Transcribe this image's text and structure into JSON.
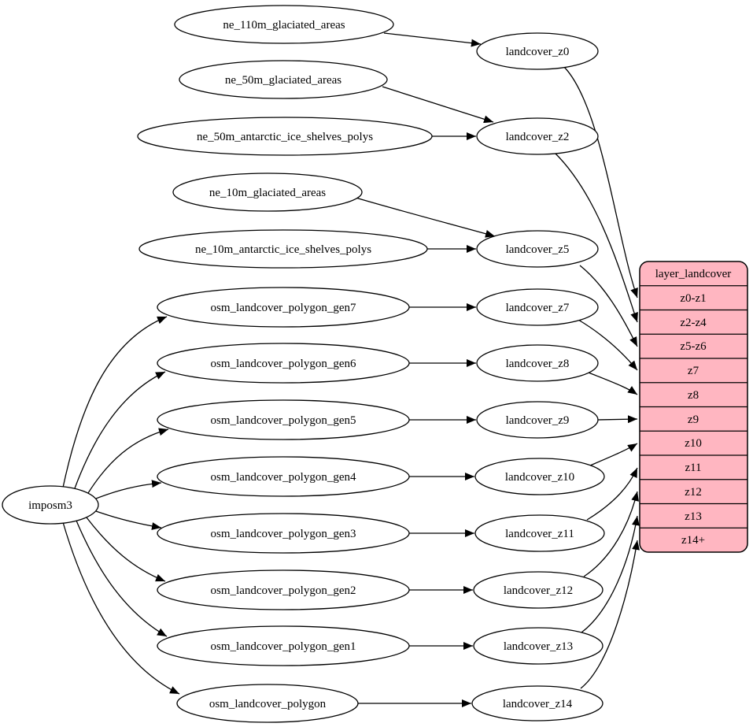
{
  "diagram": {
    "type": "graphviz-flow",
    "colors": {
      "background": "#ffffff",
      "node_fill": "#ffffff",
      "node_stroke": "#000000",
      "edge": "#000000",
      "table_fill": "#ffb6c1",
      "table_stroke": "#000000",
      "text": "#000000"
    },
    "nodes": [
      {
        "id": "imposm3",
        "label": "imposm3"
      },
      {
        "id": "ne_110m_glaciated_areas",
        "label": "ne_110m_glaciated_areas"
      },
      {
        "id": "ne_50m_glaciated_areas",
        "label": "ne_50m_glaciated_areas"
      },
      {
        "id": "ne_50m_antarctic_ice_shelves_polys",
        "label": "ne_50m_antarctic_ice_shelves_polys"
      },
      {
        "id": "ne_10m_glaciated_areas",
        "label": "ne_10m_glaciated_areas"
      },
      {
        "id": "ne_10m_antarctic_ice_shelves_polys",
        "label": "ne_10m_antarctic_ice_shelves_polys"
      },
      {
        "id": "osm_landcover_polygon_gen7",
        "label": "osm_landcover_polygon_gen7"
      },
      {
        "id": "osm_landcover_polygon_gen6",
        "label": "osm_landcover_polygon_gen6"
      },
      {
        "id": "osm_landcover_polygon_gen5",
        "label": "osm_landcover_polygon_gen5"
      },
      {
        "id": "osm_landcover_polygon_gen4",
        "label": "osm_landcover_polygon_gen4"
      },
      {
        "id": "osm_landcover_polygon_gen3",
        "label": "osm_landcover_polygon_gen3"
      },
      {
        "id": "osm_landcover_polygon_gen2",
        "label": "osm_landcover_polygon_gen2"
      },
      {
        "id": "osm_landcover_polygon_gen1",
        "label": "osm_landcover_polygon_gen1"
      },
      {
        "id": "osm_landcover_polygon",
        "label": "osm_landcover_polygon"
      },
      {
        "id": "landcover_z0",
        "label": "landcover_z0"
      },
      {
        "id": "landcover_z2",
        "label": "landcover_z2"
      },
      {
        "id": "landcover_z5",
        "label": "landcover_z5"
      },
      {
        "id": "landcover_z7",
        "label": "landcover_z7"
      },
      {
        "id": "landcover_z8",
        "label": "landcover_z8"
      },
      {
        "id": "landcover_z9",
        "label": "landcover_z9"
      },
      {
        "id": "landcover_z10",
        "label": "landcover_z10"
      },
      {
        "id": "landcover_z11",
        "label": "landcover_z11"
      },
      {
        "id": "landcover_z12",
        "label": "landcover_z12"
      },
      {
        "id": "landcover_z13",
        "label": "landcover_z13"
      },
      {
        "id": "landcover_z14",
        "label": "landcover_z14"
      }
    ],
    "table": {
      "id": "layer_landcover",
      "title": "layer_landcover",
      "rows": [
        "z0-z1",
        "z2-z4",
        "z5-z6",
        "z7",
        "z8",
        "z9",
        "z10",
        "z11",
        "z12",
        "z13",
        "z14+"
      ]
    },
    "edges": [
      {
        "from": "ne_110m_glaciated_areas",
        "to": "landcover_z0"
      },
      {
        "from": "ne_50m_glaciated_areas",
        "to": "landcover_z2"
      },
      {
        "from": "ne_50m_antarctic_ice_shelves_polys",
        "to": "landcover_z2"
      },
      {
        "from": "ne_10m_glaciated_areas",
        "to": "landcover_z5"
      },
      {
        "from": "ne_10m_antarctic_ice_shelves_polys",
        "to": "landcover_z5"
      },
      {
        "from": "osm_landcover_polygon_gen7",
        "to": "landcover_z7"
      },
      {
        "from": "osm_landcover_polygon_gen6",
        "to": "landcover_z8"
      },
      {
        "from": "osm_landcover_polygon_gen5",
        "to": "landcover_z9"
      },
      {
        "from": "osm_landcover_polygon_gen4",
        "to": "landcover_z10"
      },
      {
        "from": "osm_landcover_polygon_gen3",
        "to": "landcover_z11"
      },
      {
        "from": "osm_landcover_polygon_gen2",
        "to": "landcover_z12"
      },
      {
        "from": "osm_landcover_polygon_gen1",
        "to": "landcover_z13"
      },
      {
        "from": "osm_landcover_polygon",
        "to": "landcover_z14"
      },
      {
        "from": "imposm3",
        "to": "osm_landcover_polygon_gen7"
      },
      {
        "from": "imposm3",
        "to": "osm_landcover_polygon_gen6"
      },
      {
        "from": "imposm3",
        "to": "osm_landcover_polygon_gen5"
      },
      {
        "from": "imposm3",
        "to": "osm_landcover_polygon_gen4"
      },
      {
        "from": "imposm3",
        "to": "osm_landcover_polygon_gen3"
      },
      {
        "from": "imposm3",
        "to": "osm_landcover_polygon_gen2"
      },
      {
        "from": "imposm3",
        "to": "osm_landcover_polygon_gen1"
      },
      {
        "from": "imposm3",
        "to": "osm_landcover_polygon"
      },
      {
        "from": "landcover_z0",
        "to": "layer_landcover:z0-z1"
      },
      {
        "from": "landcover_z2",
        "to": "layer_landcover:z2-z4"
      },
      {
        "from": "landcover_z5",
        "to": "layer_landcover:z5-z6"
      },
      {
        "from": "landcover_z7",
        "to": "layer_landcover:z7"
      },
      {
        "from": "landcover_z8",
        "to": "layer_landcover:z8"
      },
      {
        "from": "landcover_z9",
        "to": "layer_landcover:z9"
      },
      {
        "from": "landcover_z10",
        "to": "layer_landcover:z10"
      },
      {
        "from": "landcover_z11",
        "to": "layer_landcover:z11"
      },
      {
        "from": "landcover_z12",
        "to": "layer_landcover:z12"
      },
      {
        "from": "landcover_z13",
        "to": "layer_landcover:z13"
      },
      {
        "from": "landcover_z14",
        "to": "layer_landcover:z14+"
      }
    ]
  }
}
